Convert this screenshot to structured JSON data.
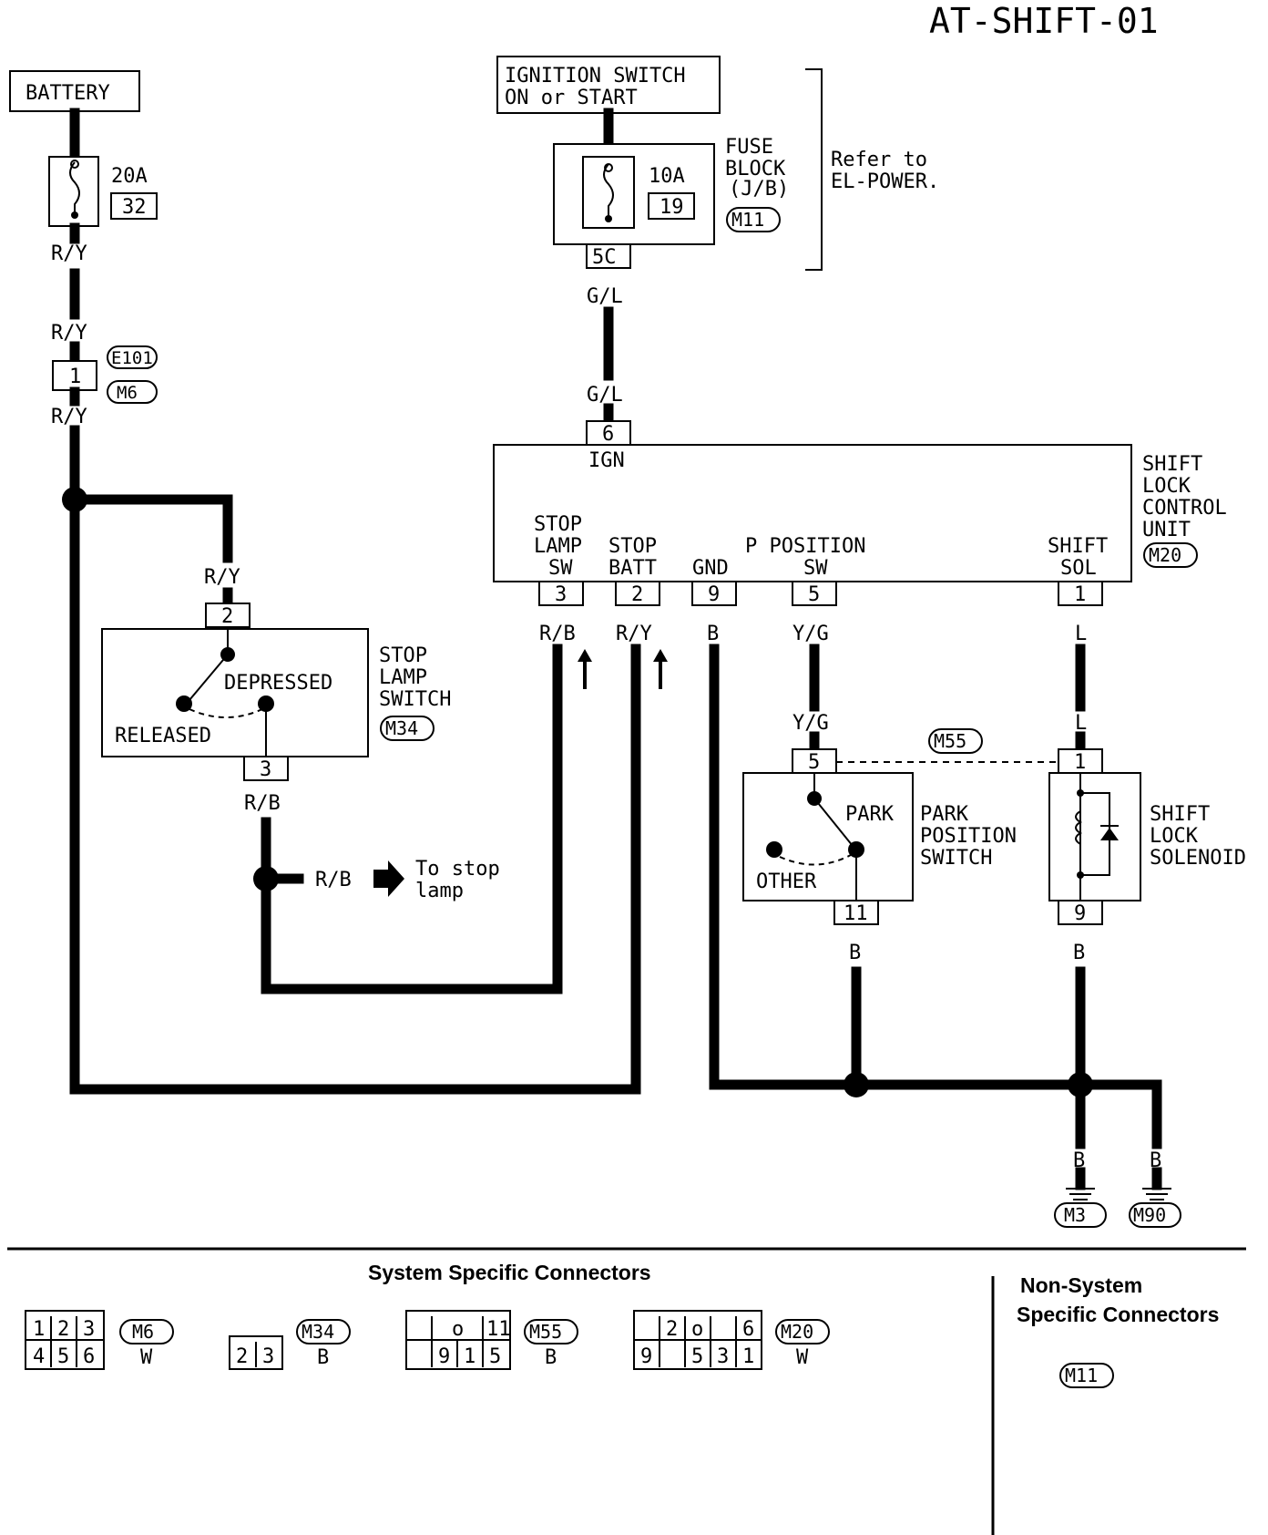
{
  "title": "AT-SHIFT-01",
  "battery": {
    "label": "BATTERY",
    "fuse_amps": "20A",
    "fuse_no": "32"
  },
  "ignition": {
    "line1": "IGNITION SWITCH",
    "line2": "ON or START"
  },
  "fuse_block": {
    "amps": "10A",
    "no": "19",
    "line1": "FUSE",
    "line2": "BLOCK",
    "line3": "(J/B)",
    "conn": "M11",
    "pin": "5C"
  },
  "refer": {
    "line1": "Refer to",
    "line2": "EL-POWER."
  },
  "wires": {
    "ry": "R/Y",
    "gl": "G/L",
    "rb": "R/B",
    "b": "B",
    "yg": "Y/G",
    "l": "L"
  },
  "joint": {
    "pin": "1",
    "conn1": "E101",
    "conn2": "M6"
  },
  "control_unit": {
    "name1": "SHIFT",
    "name2": "LOCK",
    "name3": "CONTROL",
    "name4": "UNIT",
    "conn": "M20",
    "ign_pin": "6",
    "ign_label": "IGN",
    "t1_a": "STOP",
    "t1_b": "LAMP",
    "t1_c": "SW",
    "t1_pin": "3",
    "t2_a": "STOP",
    "t2_b": "BATT",
    "t2_pin": "2",
    "t3_a": "GND",
    "t3_pin": "9",
    "t4_a": "P POSITION",
    "t4_b": "SW",
    "t4_pin": "5",
    "t5_a": "SHIFT",
    "t5_b": "SOL",
    "t5_pin": "1"
  },
  "stop_switch": {
    "name1": "STOP",
    "name2": "LAMP",
    "name3": "SWITCH",
    "conn": "M34",
    "pin_top": "2",
    "pin_bot": "3",
    "depressed": "DEPRESSED",
    "released": "RELEASED"
  },
  "to_stop_lamp": {
    "line1": "To stop",
    "line2": "lamp"
  },
  "park_switch": {
    "name1": "PARK",
    "name2": "POSITION",
    "name3": "SWITCH",
    "park": "PARK",
    "other": "OTHER",
    "pin_top": "5",
    "pin_bot": "11"
  },
  "m55": "M55",
  "solenoid": {
    "name1": "SHIFT",
    "name2": "LOCK",
    "name3": "SOLENOID",
    "pin_top": "1",
    "pin_bot": "9"
  },
  "grounds": [
    "M3",
    "M90"
  ],
  "connectors_section": {
    "title": "System Specific Connectors",
    "non_system_title1": "Non-System",
    "non_system_title2": "Specific Connectors",
    "non_system_conn": "M11",
    "m6": {
      "name": "M6",
      "color": "W",
      "row1": [
        "1",
        "2",
        "3"
      ],
      "row2": [
        "4",
        "5",
        "6"
      ]
    },
    "m34": {
      "name": "M34",
      "color": "B",
      "row1": [
        "2",
        "3"
      ]
    },
    "m55c": {
      "name": "M55",
      "color": "B",
      "row1": [
        "",
        "o",
        "11"
      ],
      "row2": [
        "",
        "9",
        "1",
        "5"
      ]
    },
    "m20": {
      "name": "M20",
      "color": "W",
      "row1": [
        "",
        "2",
        "o",
        "6"
      ],
      "row2": [
        "9",
        "",
        "5",
        "3",
        "1"
      ]
    }
  }
}
